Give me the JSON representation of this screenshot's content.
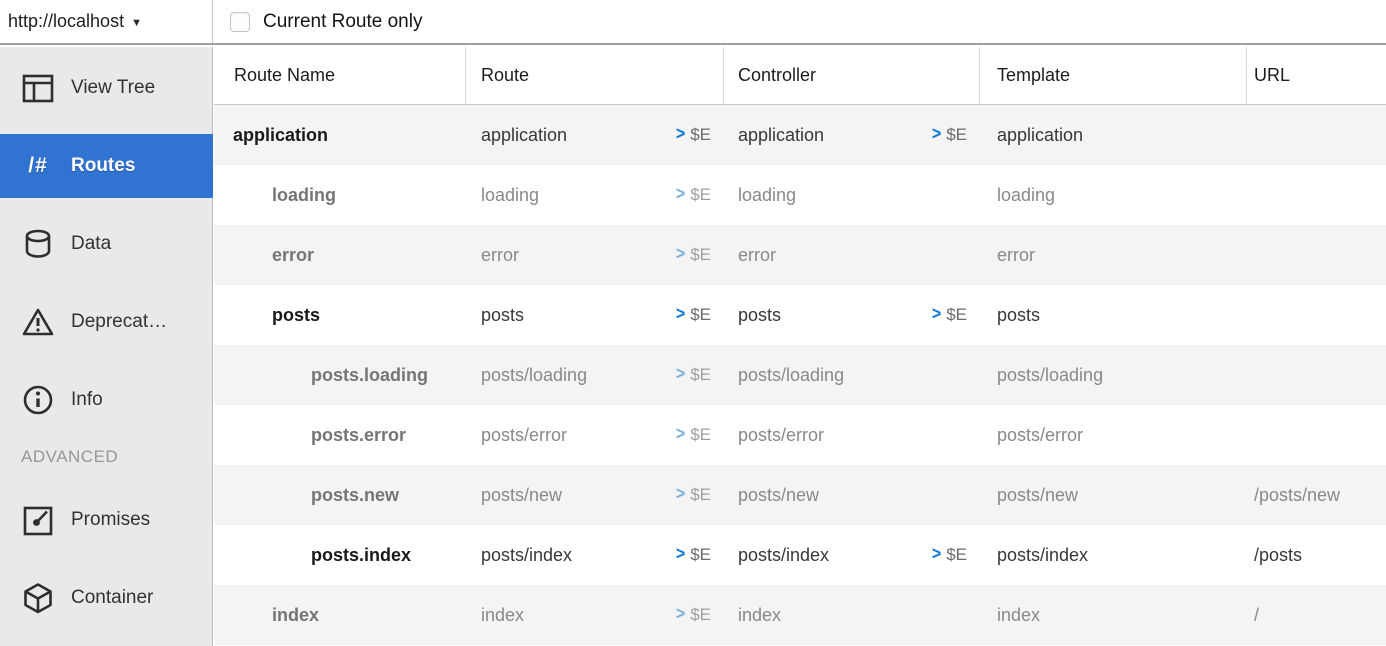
{
  "toolbar": {
    "url_selector": "http://localhost",
    "dropdown_icon": "▼",
    "current_route_only_label": "Current Route only",
    "checkbox_checked": false
  },
  "sidebar": {
    "routes_glyph": "/#",
    "section_label": "ADVANCED",
    "selected_color": "#3173d0",
    "items": [
      {
        "label": "View Tree",
        "icon": "view-tree-icon",
        "selected": false
      },
      {
        "label": "Routes",
        "icon": "routes-icon",
        "selected": true
      },
      {
        "label": "Data",
        "icon": "data-icon",
        "selected": false
      },
      {
        "label": "Deprecat…",
        "icon": "warning-icon",
        "selected": false
      },
      {
        "label": "Info",
        "icon": "info-icon",
        "selected": false
      },
      {
        "label": "Promises",
        "icon": "promises-icon",
        "selected": false
      },
      {
        "label": "Container",
        "icon": "container-icon",
        "selected": false
      }
    ]
  },
  "table": {
    "headers": [
      "Route Name",
      "Route",
      "Controller",
      "Template",
      "URL"
    ],
    "chevron_icon": ">",
    "console_label": "$E",
    "chevron_blue": "#0f76d3",
    "rows": [
      {
        "route_name": "application",
        "depth": 0,
        "is_current": true,
        "route": "application",
        "controller": "application",
        "controller_inspectable": true,
        "template": "application",
        "url": ""
      },
      {
        "route_name": "loading",
        "depth": 1,
        "is_current": false,
        "route": "loading",
        "controller": "loading",
        "controller_inspectable": false,
        "template": "loading",
        "url": ""
      },
      {
        "route_name": "error",
        "depth": 1,
        "is_current": false,
        "route": "error",
        "controller": "error",
        "controller_inspectable": false,
        "template": "error",
        "url": ""
      },
      {
        "route_name": "posts",
        "depth": 1,
        "is_current": true,
        "route": "posts",
        "controller": "posts",
        "controller_inspectable": true,
        "template": "posts",
        "url": ""
      },
      {
        "route_name": "posts.loading",
        "depth": 2,
        "is_current": false,
        "route": "posts/loading",
        "controller": "posts/loading",
        "controller_inspectable": false,
        "template": "posts/loading",
        "url": ""
      },
      {
        "route_name": "posts.error",
        "depth": 2,
        "is_current": false,
        "route": "posts/error",
        "controller": "posts/error",
        "controller_inspectable": false,
        "template": "posts/error",
        "url": ""
      },
      {
        "route_name": "posts.new",
        "depth": 2,
        "is_current": false,
        "route": "posts/new",
        "controller": "posts/new",
        "controller_inspectable": false,
        "template": "posts/new",
        "url": "/posts/new"
      },
      {
        "route_name": "posts.index",
        "depth": 2,
        "is_current": true,
        "route": "posts/index",
        "controller": "posts/index",
        "controller_inspectable": true,
        "template": "posts/index",
        "url": "/posts"
      },
      {
        "route_name": "index",
        "depth": 1,
        "is_current": false,
        "route": "index",
        "controller": "index",
        "controller_inspectable": false,
        "template": "index",
        "url": "/"
      }
    ]
  }
}
